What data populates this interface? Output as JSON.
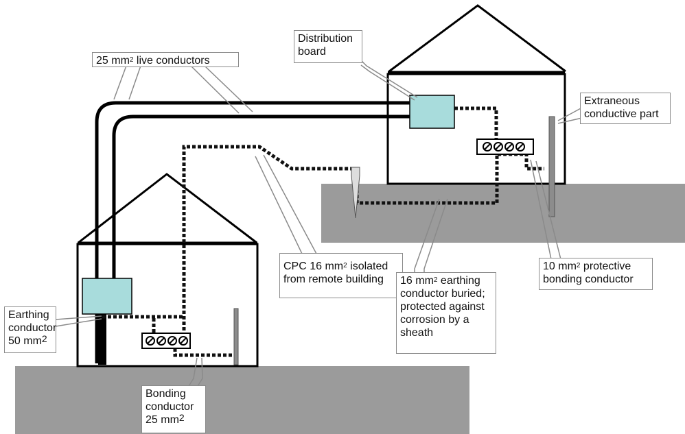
{
  "labels": {
    "live_conductors": {
      "prefix": "25 mm",
      "sup": "2",
      "suffix": " live conductors"
    },
    "distribution_board": {
      "line1": "Distribution",
      "line2": "board"
    },
    "extraneous": {
      "line1": "Extraneous",
      "line2": "conductive part"
    },
    "cpc": {
      "line1_prefix": "CPC 16 mm",
      "line1_sup": "2",
      "line1_suffix": " isolated",
      "line2": "from remote building"
    },
    "earthing_buried": {
      "line1_prefix": "16 mm",
      "line1_sup": "2",
      "line1_suffix": " earthing",
      "line2": "conductor buried;",
      "line3": "protected against",
      "line4": "corrosion by a",
      "line5": "sheath"
    },
    "protective_bonding": {
      "line1_prefix": "10 mm",
      "line1_sup": "2",
      "line1_suffix": " protective",
      "line2": "bonding conductor"
    },
    "earthing_conductor": {
      "line1": "Earthing",
      "line2": "conductor",
      "line3_prefix": "50 mm",
      "line3_sup": "2"
    },
    "bonding_conductor": {
      "line1": "Bonding",
      "line2": "conductor",
      "line3_prefix": "25 mm",
      "line3_sup": "2"
    }
  },
  "colors": {
    "ground": "#9b9b9b",
    "board": "#a8dcdc",
    "conductor": "#000000",
    "electrode": "#8c8c8c"
  }
}
